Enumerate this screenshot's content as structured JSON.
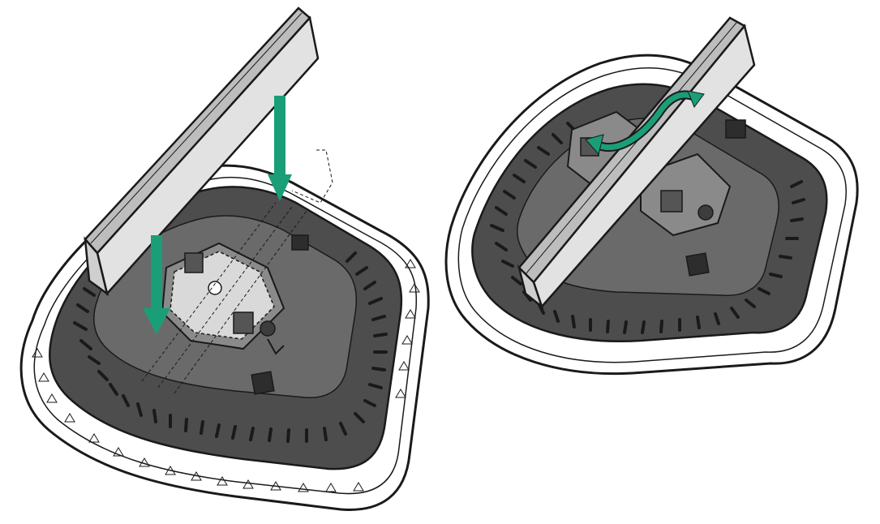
{
  "figure": {
    "panels": [
      {
        "id": "step-1",
        "action": "attach-to-rail",
        "arrows": [
          "down-arrow",
          "down-arrow"
        ]
      },
      {
        "id": "step-2",
        "action": "rotate-to-lock",
        "arrows": [
          "rotate-arrow"
        ]
      }
    ],
    "colors": {
      "outline": "#1a1a1a",
      "housing_white": "#ffffff",
      "body_dark": "#4d4d4d",
      "body_mid": "#6a6a6a",
      "rail": "#e2e2e2",
      "rail_shade": "#bdbdbd",
      "arrow": "#1a9e78"
    }
  }
}
